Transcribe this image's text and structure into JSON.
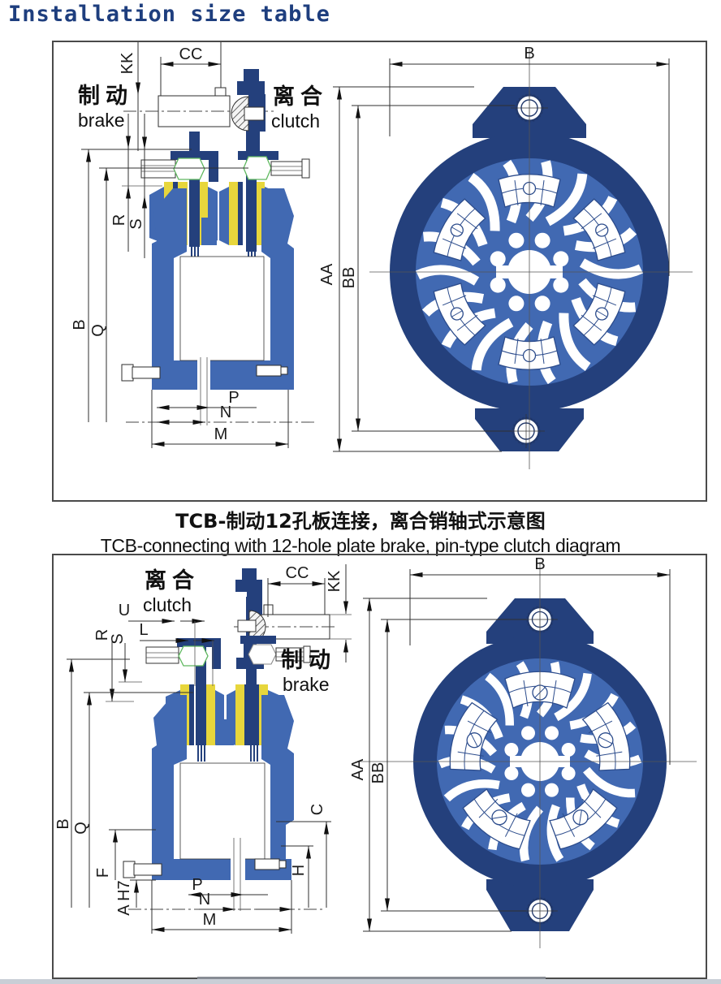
{
  "page": {
    "title": "Installation size table"
  },
  "caption": {
    "line1": "TCB-制动12孔板连接，离合销轴式示意图",
    "line2": "TCB-connecting with 12-hole plate brake, pin-type clutch diagram"
  },
  "panel1": {
    "labels": {
      "brake_cn": "制动",
      "brake_en": "brake",
      "clutch_cn": "离合",
      "clutch_en": "clutch"
    },
    "dims": {
      "kk": "KK",
      "cc": "CC",
      "r": "R",
      "s": "S",
      "b_side": "B",
      "q": "Q",
      "p": "P",
      "n": "N",
      "m": "M",
      "b_top": "B",
      "aa": "AA",
      "bb": "BB"
    }
  },
  "panel2": {
    "labels": {
      "clutch_cn": "离合",
      "clutch_en": "clutch",
      "brake_cn": "制动",
      "brake_en": "brake"
    },
    "dims": {
      "u": "U",
      "l": "L",
      "r": "R",
      "s": "S",
      "cc": "CC",
      "kk": "KK",
      "b_side": "B",
      "q": "Q",
      "f": "F",
      "a_h7": "A H7",
      "c": "C",
      "h": "H",
      "p": "P",
      "n": "N",
      "m": "M",
      "b_top": "B",
      "aa": "AA",
      "bb": "BB"
    }
  },
  "colors": {
    "title": "#1e3e7e",
    "navy": "#24407c",
    "blue": "#4169b2",
    "yellow": "#e7d63c",
    "hexgreen": "#5fb85f",
    "line": "#2f2f2f",
    "border": "#4a4a4a",
    "strip": "#c9ced6"
  }
}
